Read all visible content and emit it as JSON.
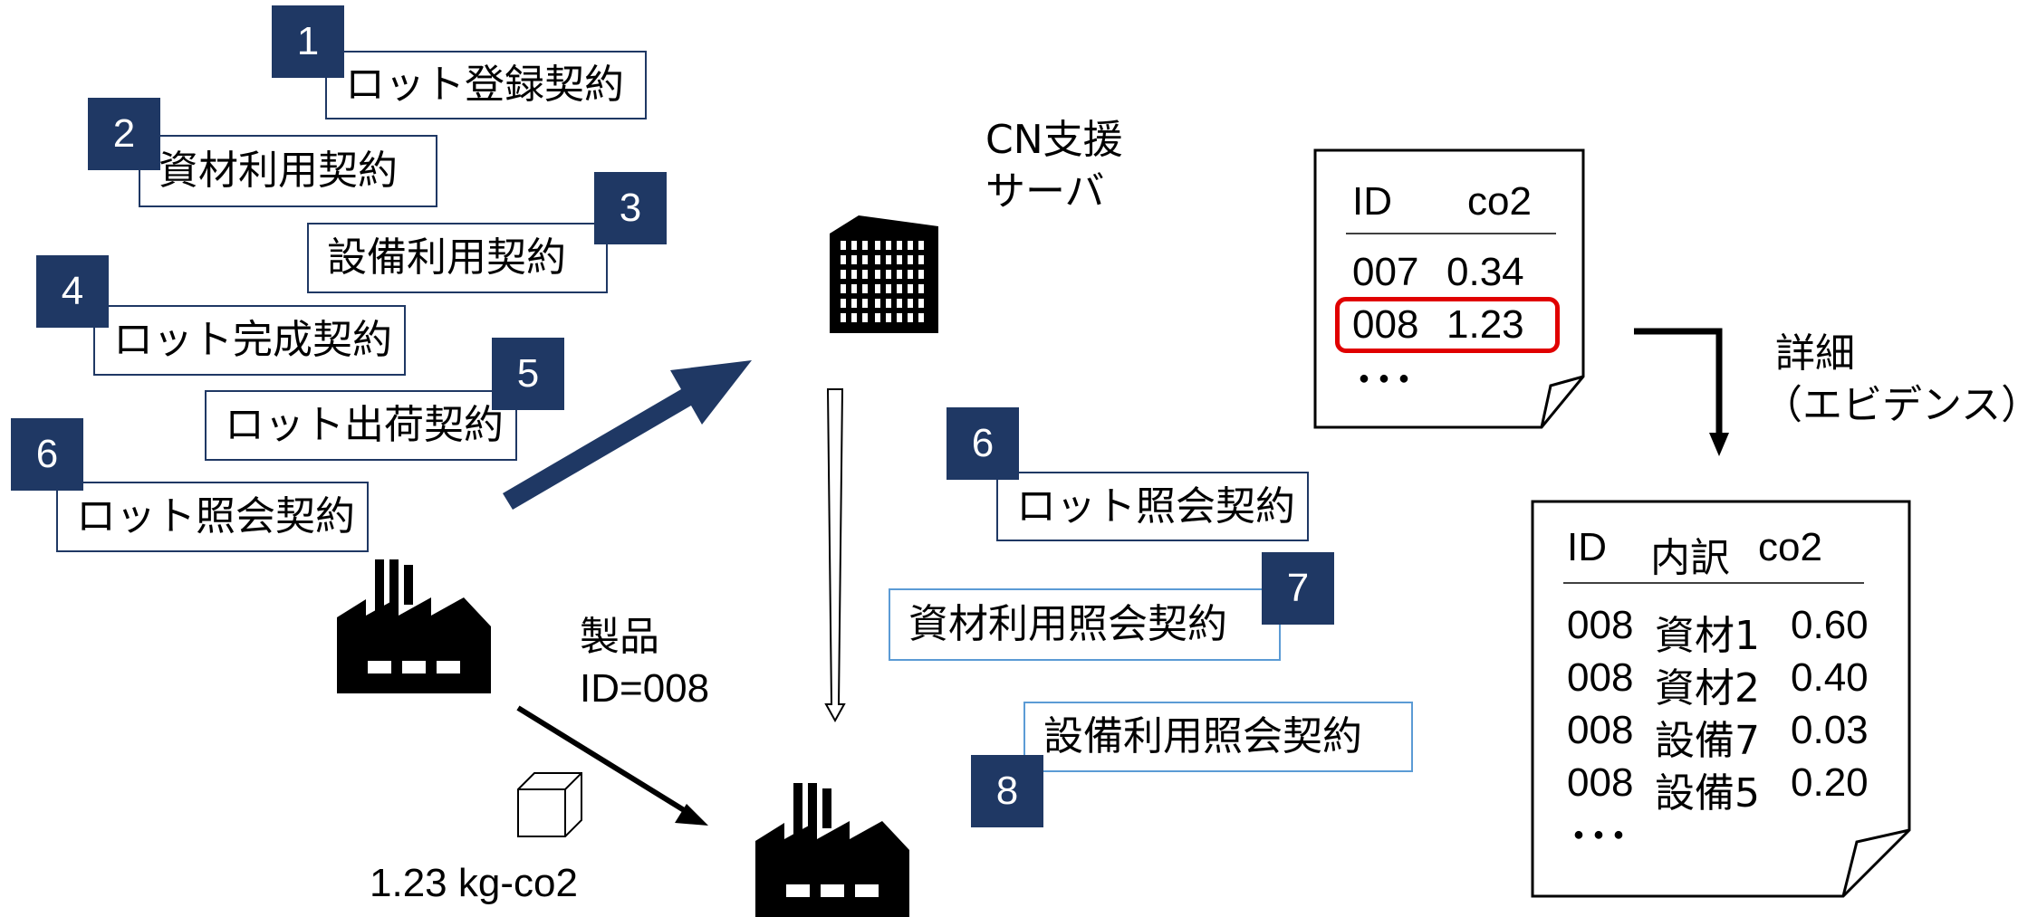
{
  "contracts_left": [
    {
      "num": "1",
      "label": "ロット登録契約"
    },
    {
      "num": "2",
      "label": "資材利用契約"
    },
    {
      "num": "3",
      "label": "設備利用契約"
    },
    {
      "num": "4",
      "label": "ロット完成契約"
    },
    {
      "num": "5",
      "label": "ロット出荷契約"
    },
    {
      "num": "6",
      "label": "ロット照会契約"
    }
  ],
  "contracts_right": [
    {
      "num": "6",
      "label": "ロット照会契約"
    },
    {
      "num": "7",
      "label": "資材利用照会契約"
    },
    {
      "num": "8",
      "label": "設備利用照会契約"
    }
  ],
  "server": {
    "line1": "CN支援",
    "line2": "サーバ"
  },
  "product": {
    "line1": "製品",
    "line2": "ID=008"
  },
  "emission": "1.23 kg-co2",
  "detail": {
    "line1": "詳細",
    "line2": "（エビデンス）"
  },
  "summary_doc": {
    "headers": [
      "ID",
      "co2"
    ],
    "rows": [
      [
        "007",
        "0.34"
      ],
      [
        "008",
        "1.23"
      ]
    ],
    "ellipsis": "･･･",
    "highlight_color": "#e00000"
  },
  "detail_doc": {
    "headers": [
      "ID",
      "内訳",
      "co2"
    ],
    "rows": [
      [
        "008",
        "資材1",
        "0.60"
      ],
      [
        "008",
        "資材2",
        "0.40"
      ],
      [
        "008",
        "設備7",
        "0.03"
      ],
      [
        "008",
        "設備5",
        "0.20"
      ]
    ],
    "ellipsis": "･･･"
  },
  "colors": {
    "navy": "#1f3864",
    "light_blue": "#5b9bd5",
    "highlight": "#e00000"
  }
}
